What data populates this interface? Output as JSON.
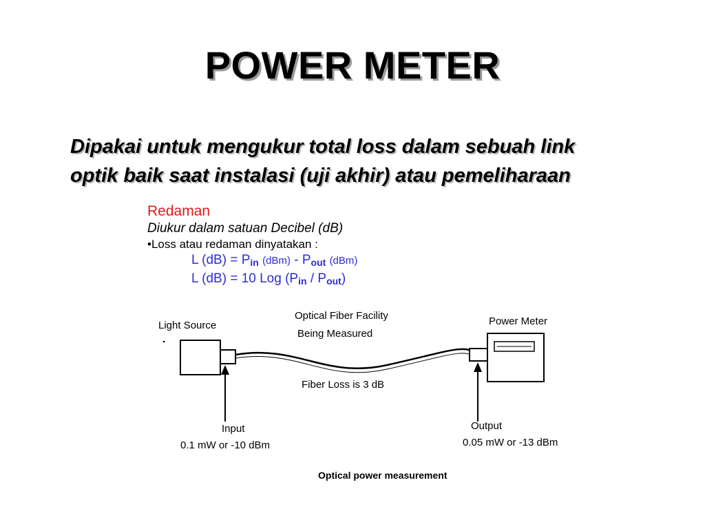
{
  "title": "POWER METER",
  "subtitle": {
    "line1": "Dipakai untuk mengukur total loss dalam sebuah link",
    "line2": "optik baik saat instalasi (uji akhir) atau pemeliharaan"
  },
  "redaman": {
    "heading": "Redaman",
    "unit_line": "Diukur dalam satuan Decibel (dB)",
    "bullet": "•Loss atau redaman dinyatakan :",
    "formula1": {
      "lhs": "L (dB) = P",
      "sub_in": "in",
      "unit_in": "(dBm)",
      "minus": "- P",
      "sub_out": "out",
      "unit_out": "(dBm)"
    },
    "formula2": {
      "lhs": "L (dB) = 10 Log (P",
      "sub_in": "in",
      "slash": "/ P",
      "sub_out": "out",
      "close": ")"
    }
  },
  "diagram": {
    "light_source": "Light Source",
    "facility_line1": "Optical Fiber Facility",
    "facility_line2": "Being Measured",
    "power_meter": "Power Meter",
    "fiber_loss": "Fiber Loss is 3 dB",
    "input_label": "Input",
    "input_value": "0.1 mW or -10 dBm",
    "output_label": "Output",
    "output_value": "0.05 mW or -13 dBm"
  },
  "caption": "Optical power measurement"
}
